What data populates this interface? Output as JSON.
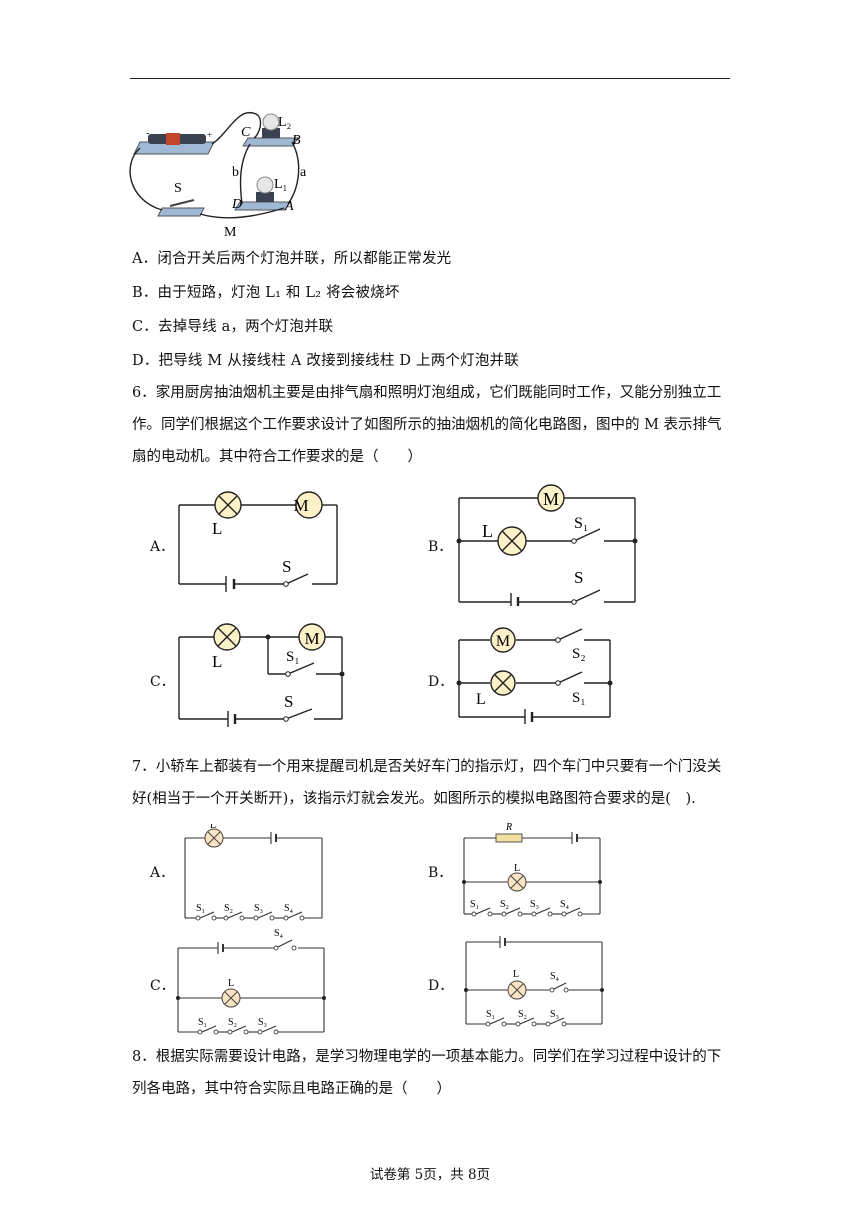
{
  "q5": {
    "options": [
      "A．闭合开关后两个灯泡并联，所以都能正常发光",
      "B．由于短路，灯泡 L₁ 和 L₂ 将会被烧坏",
      "C．去掉导线 a，两个灯泡并联",
      "D．把导线 M 从接线柱 A 改接到接线柱 D 上两个灯泡并联"
    ],
    "figure_labels": {
      "L1": "L₁",
      "L2": "L₂",
      "A": "A",
      "B": "B",
      "C": "C",
      "D": "D",
      "a": "a",
      "b": "b",
      "M": "M",
      "S": "S",
      "minus": "-",
      "plus": "+"
    }
  },
  "q6": {
    "stem": "6．家用厨房抽油烟机主要是由排气扇和照明灯泡组成，它们既能同时工作，又能分别独立工作。同学们根据这个工作要求设计了如图所示的抽油烟机的简化电路图，图中的 M 表示排气扇的电动机。其中符合工作要求的是（　　）",
    "labels": {
      "A": "A．",
      "B": "B．",
      "C": "C．",
      "D": "D．"
    },
    "symbols": {
      "L": "L",
      "M": "M",
      "S": "S",
      "S1": "S₁",
      "S2": "S₂"
    }
  },
  "q7": {
    "stem": "7．小轿车上都装有一个用来提醒司机是否关好车门的指示灯，四个车门中只要有一个门没关好(相当于一个开关断开)，该指示灯就会发光。如图所示的模拟电路图符合要求的是(　).",
    "labels": {
      "A": "A．",
      "B": "B．",
      "C": "C．",
      "D": "D．"
    },
    "symbols": {
      "L": "L",
      "R": "R",
      "S1": "S₁",
      "S2": "S₂",
      "S3": "S₃",
      "S4": "S₄"
    }
  },
  "q8": {
    "stem": "8．根据实际需要设计电路，是学习物理电学的一项基本能力。同学们在学习过程中设计的下列各电路，其中符合实际且电路正确的是（　　）"
  },
  "footer": "试卷第 5页，共 8页"
}
